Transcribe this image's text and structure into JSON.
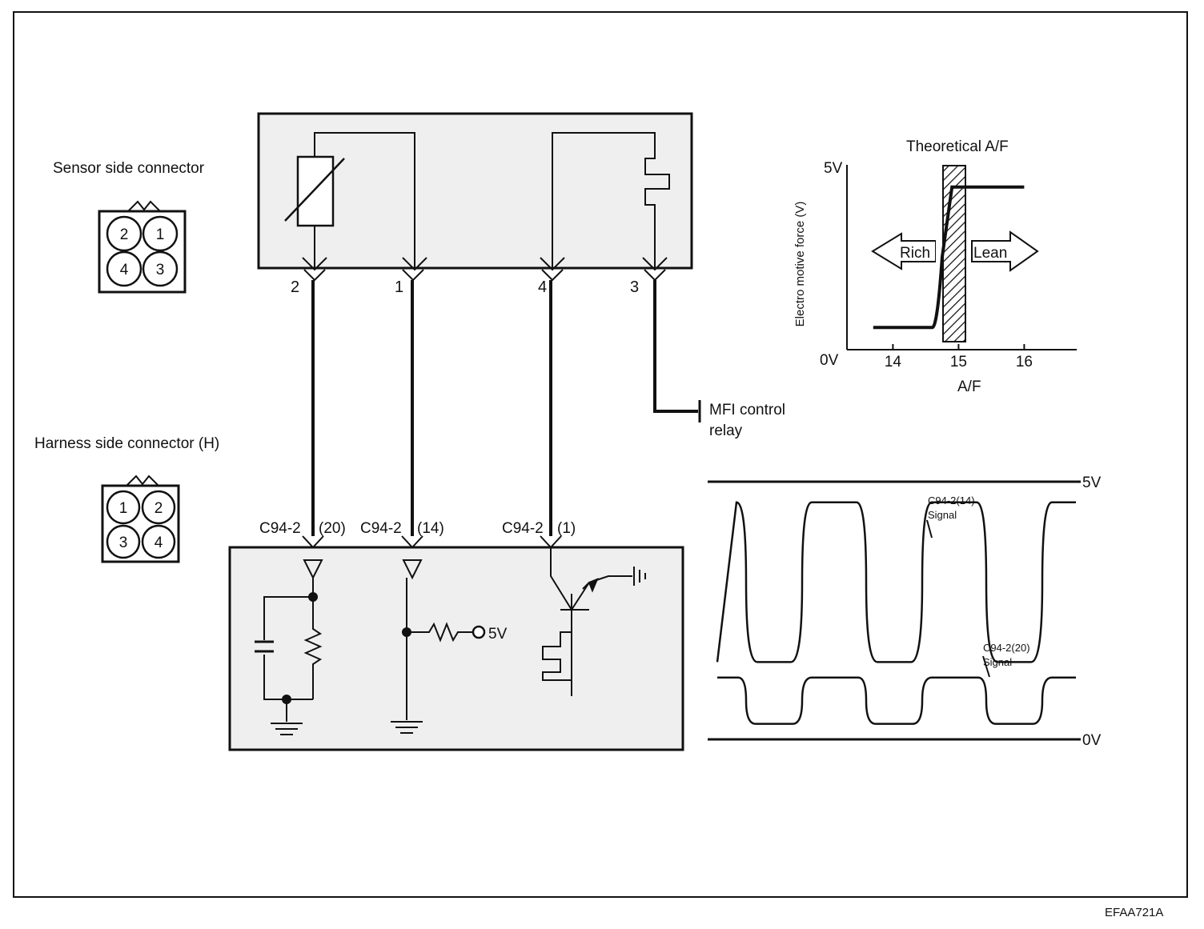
{
  "diagram_id": "EFAA721A",
  "sensor_connector": {
    "title": "Sensor side connector",
    "pins": [
      "2",
      "1",
      "4",
      "3"
    ]
  },
  "harness_connector": {
    "title": "Harness side connector (H)",
    "pins": [
      "1",
      "2",
      "3",
      "4"
    ]
  },
  "sensor_pins": [
    "2",
    "1",
    "4",
    "3"
  ],
  "ecm_terminals": [
    {
      "connector": "C94-2",
      "pin": "(20)"
    },
    {
      "connector": "C94-2",
      "pin": "(14)"
    },
    {
      "connector": "C94-2",
      "pin": "(1)"
    }
  ],
  "relay_label": {
    "line1": "MFI control",
    "line2": "relay"
  },
  "supply_label": "5V",
  "af_chart": {
    "title": "Theoretical A/F",
    "ylabel": "Electro motive force (V)",
    "xlabel": "A/F",
    "y_top": "5V",
    "y_bottom": "0V",
    "x_ticks": [
      "14",
      "15",
      "16"
    ],
    "rich_label": "Rich",
    "lean_label": "Lean"
  },
  "signal_chart": {
    "top_label": "5V",
    "bottom_label": "0V",
    "signal_a": {
      "line1": "C94-2(14)",
      "line2": "Signal"
    },
    "signal_b": {
      "line1": "C94-2(20)",
      "line2": "Signal"
    }
  },
  "chart_data": [
    {
      "type": "line",
      "title": "Theoretical A/F",
      "xlabel": "A/F",
      "ylabel": "Electro motive force (V)",
      "x_ticks": [
        14,
        15,
        16
      ],
      "xlim": [
        13.3,
        16.8
      ],
      "ylim": [
        0,
        5
      ],
      "y_tick_labels": [
        "0V",
        "5V"
      ],
      "series": [
        {
          "x": [
            13.7,
            14.6,
            14.75,
            14.9,
            16.0
          ],
          "y": [
            0.6,
            0.6,
            2.5,
            4.4,
            4.4
          ]
        }
      ],
      "annotations": [
        "Rich",
        "Lean"
      ]
    },
    {
      "type": "line",
      "y_tick_labels": [
        "0V",
        "5V"
      ],
      "ylim": [
        0,
        5
      ],
      "series": [
        {
          "name": "C94-2(14) Signal",
          "pattern": "square",
          "levels": [
            1.5,
            4.6
          ],
          "cycles": 3
        },
        {
          "name": "C94-2(20) Signal",
          "pattern": "square",
          "levels": [
            0.3,
            1.2
          ],
          "cycles": 3
        }
      ]
    }
  ]
}
